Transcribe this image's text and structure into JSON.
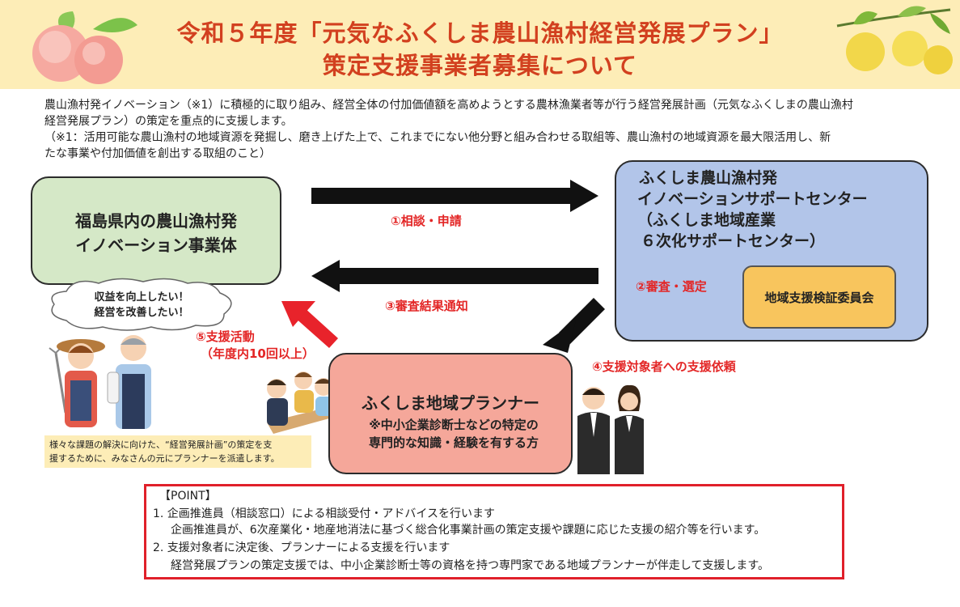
{
  "header": {
    "title_line1": "令和５年度「元気なふくしま農山漁村経営発展プラン」",
    "title_line2": "策定支援事業者募集について"
  },
  "intro": {
    "line1": "農山漁村発イノベーション（※1）に積極的に取り組み、経営全体の付加価値額を高めようとする農林漁業者等が行う経営発展計画（元気なふくしまの農山漁村",
    "line2": "経営発展プラン）の策定を重点的に支援します。",
    "line3": "（※1：活用可能な農山漁村の地域資源を発掘し、磨き上げた上で、これまでにない他分野と組み合わせる取組等、農山漁村の地域資源を最大限活用し、新",
    "line4": "たな事業や付加価値を創出する取組のこと）"
  },
  "diagram": {
    "left_box": {
      "line1": "福島県内の農山漁村発",
      "line2": "イノベーション事業体"
    },
    "right_box": {
      "line1": "ふくしま農山漁村発",
      "line2": "イノベーションサポートセンター",
      "line3": "（ふくしま地域産業",
      "line4": "６次化サポートセンター）"
    },
    "committee": "地域支援検証委員会",
    "planner_box": {
      "title": "ふくしま地域プランナー",
      "note_line1": "※中小企業診断士などの特定の",
      "note_line2": "専門的な知識・経験を有する方"
    },
    "steps": {
      "step1": "①相談・申請",
      "step2": "②審査・選定",
      "step3": "③審査結果通知",
      "step4": "④支援対象者への支援依頼",
      "step5_line1": "⑤支援活動",
      "step5_line2": "（年度内10回以上）"
    },
    "cloud": {
      "line1": "収益を向上したい！",
      "line2": "経営を改善したい！"
    },
    "note": {
      "line1": "様々な課題の解決に向けた、“経営発展計画”の策定を支",
      "line2": "援するために、みなさんの元にプランナーを派遣します。"
    },
    "colors": {
      "left_box": "#d5e8c7",
      "right_box": "#b2c5e9",
      "committee": "#f8c55d",
      "planner_box": "#f5a79a",
      "red_arrow": "#e8232b",
      "title": "#d2401f",
      "step_text": "#e32626",
      "header_bg": "#fdedb7"
    }
  },
  "point": {
    "heading": "【POINT】",
    "item1": "1. 企画推進員（相談窓口）による相談受付・アドバイスを行います",
    "item1_detail": "企画推進員が、6次産業化・地産地消法に基づく総合化事業計画の策定支援や課題に応じた支援の紹介等を行います。",
    "item2": "2. 支援対象者に決定後、プランナーによる支援を行います",
    "item2_detail": "経営発展プランの策定支援では、中小企業診断士等の資格を持つ専門家である地域プランナーが伴走して支援します。"
  }
}
